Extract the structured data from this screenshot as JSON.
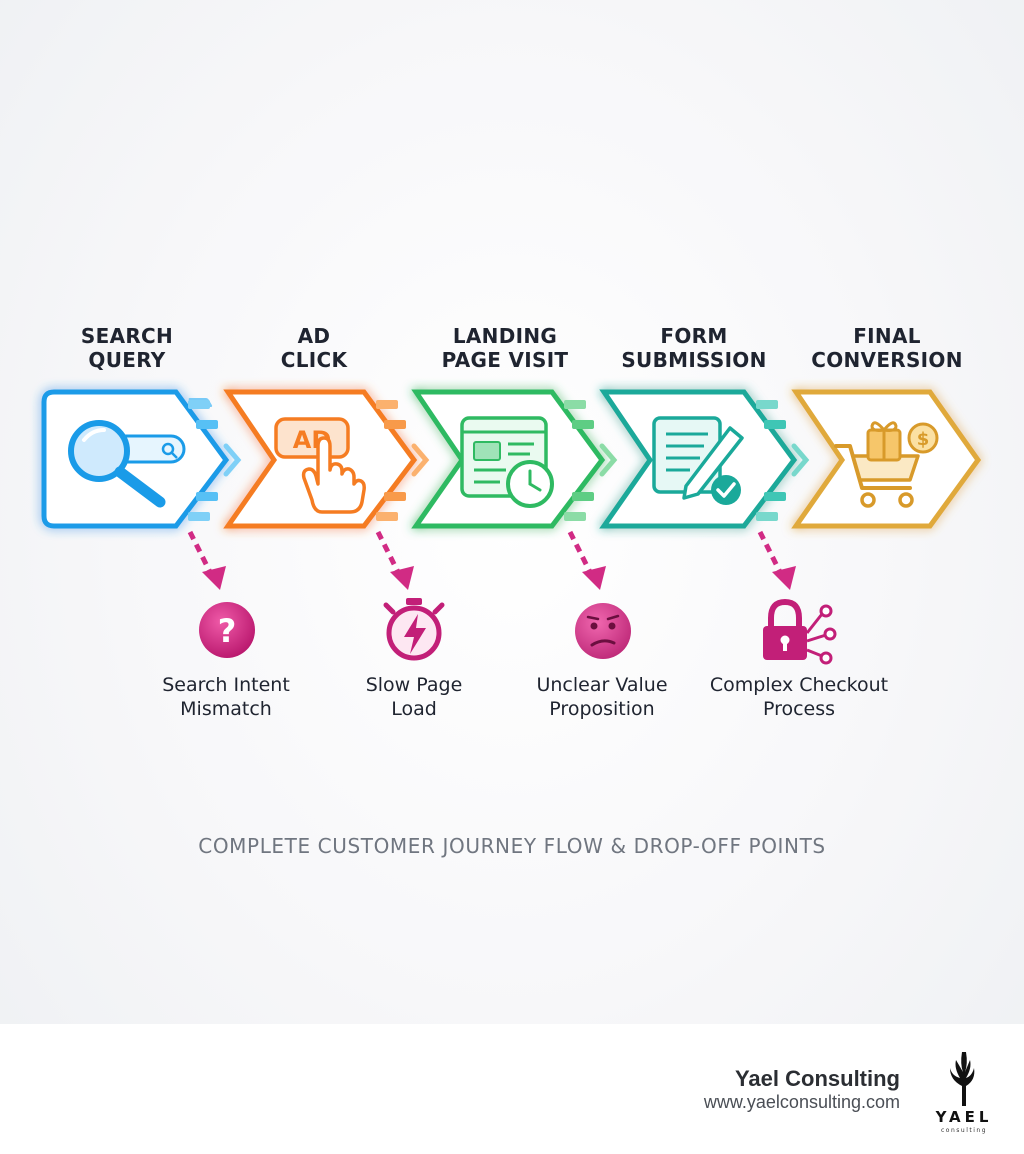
{
  "stages": [
    {
      "title_line1": "SEARCH",
      "title_line2": "QUERY",
      "icon": "magnifier-search-bar-icon",
      "color": "#1a9be8"
    },
    {
      "title_line1": "AD",
      "title_line2": "CLICK",
      "icon": "ad-click-hand-icon",
      "color": "#f57c22"
    },
    {
      "title_line1": "LANDING",
      "title_line2": "PAGE VISIT",
      "icon": "webpage-clock-icon",
      "color": "#2fba62"
    },
    {
      "title_line1": "FORM",
      "title_line2": "SUBMISSION",
      "icon": "form-pencil-check-icon",
      "color": "#1aa99a"
    },
    {
      "title_line1": "FINAL",
      "title_line2": "CONVERSION",
      "icon": "cart-gift-dollar-icon",
      "color": "#e0a93a"
    }
  ],
  "drop_offs": [
    {
      "line1": "Search Intent",
      "line2": "Mismatch",
      "icon": "question-mark-icon"
    },
    {
      "line1": "Slow Page",
      "line2": "Load",
      "icon": "stopwatch-lightning-icon"
    },
    {
      "line1": "Unclear Value",
      "line2": "Proposition",
      "icon": "confused-face-icon"
    },
    {
      "line1": "Complex Checkout",
      "line2": "Process",
      "icon": "padlock-network-icon"
    }
  ],
  "drop_off_color": "#d12b84",
  "caption": "COMPLETE CUSTOMER JOURNEY FLOW & DROP-OFF POINTS",
  "footer": {
    "brand_name": "Yael Consulting",
    "brand_url": "www.yaelconsulting.com",
    "logo_text": "YAEL",
    "logo_subtext": "consulting"
  }
}
